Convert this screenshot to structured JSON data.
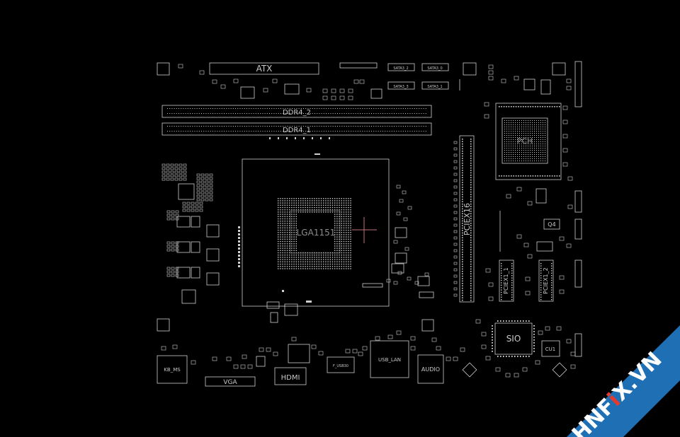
{
  "colors": {
    "background": "#000000",
    "outline": "#cfcfcf",
    "label": "#c8c8c8",
    "cursor": "#c0707a",
    "watermark_band": "#1f6fb5",
    "watermark_text": "#ffffff",
    "watermark_accent": "#e63a2f"
  },
  "labels": {
    "atx": "ATX",
    "ddr4_2": "DDR4_2",
    "ddr4_1": "DDR4_1",
    "lga": "LGA1151",
    "pciex16": "PCIEX16",
    "pciex1_1": "PCIEX1_1",
    "pciex1_2": "PCIEX1_2",
    "pch": "PCH",
    "sio": "SIO",
    "cu1": "CU1",
    "q4": "Q4",
    "kb_ms": "KB_MS",
    "vga": "VGA",
    "hdmi": "HDMI",
    "usb_lan": "USB_LAN",
    "audio": "AUDIO",
    "f_usb30": "F_USB30",
    "sata3_0": "SATA3_0",
    "sata3_1": "SATA3_1",
    "sata3_2": "SATA3_2",
    "sata3_3": "SATA3_3"
  },
  "watermark": {
    "prefix": "HNF",
    "accent": "i",
    "suffix": "X.VN"
  }
}
